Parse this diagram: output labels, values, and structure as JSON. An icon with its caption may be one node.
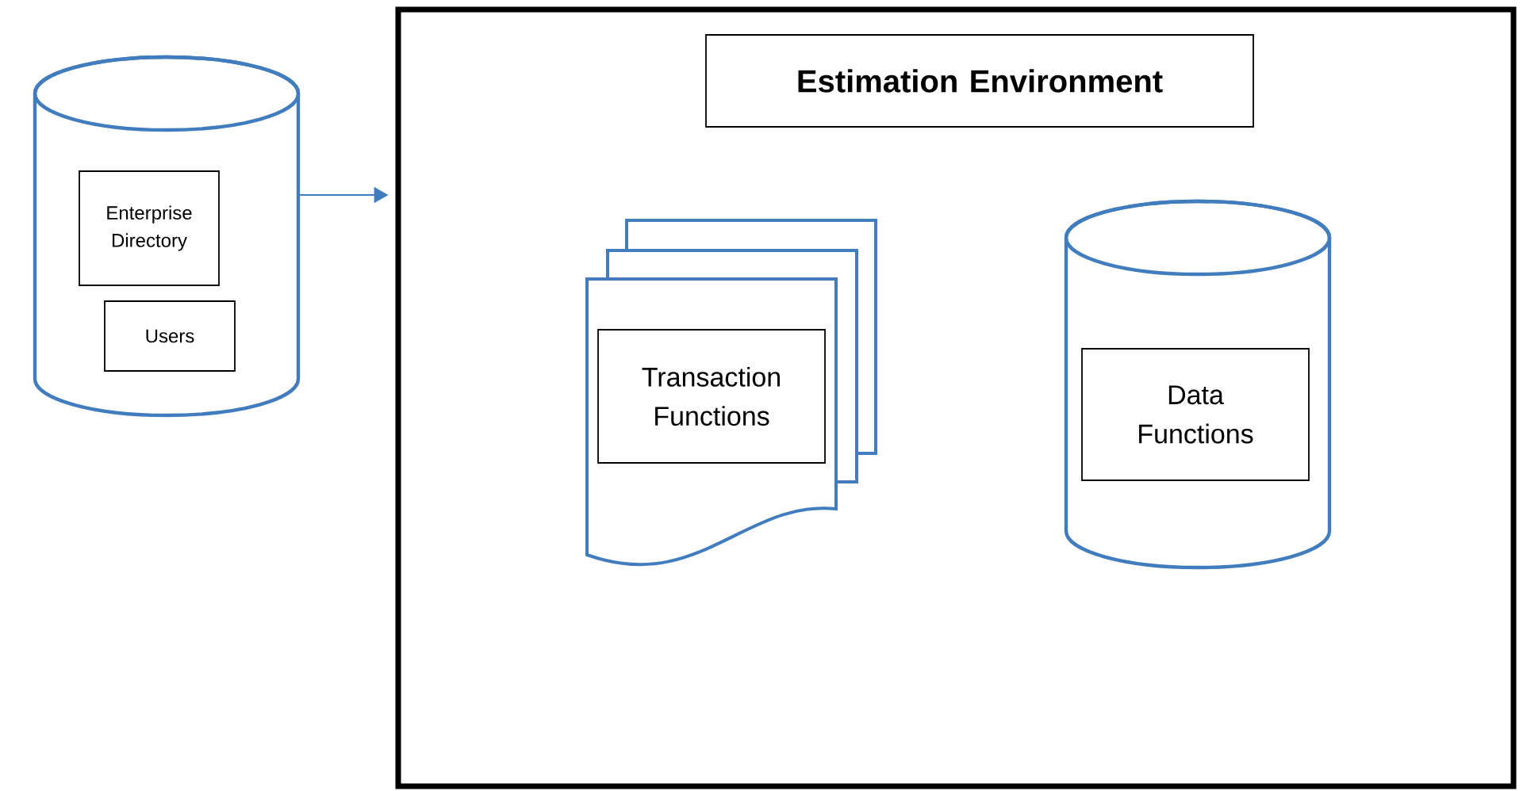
{
  "diagram": {
    "nodes": [
      {
        "text": [],
        "shape": "cylinder"
      },
      {
        "text": [
          "Enterprise Directory"
        ],
        "in": 0
      },
      {
        "text": [
          "Users"
        ],
        "in": 0
      },
      {
        "text": [],
        "shape": "box"
      },
      {
        "text": [
          "Estimation Environment"
        ],
        "in": 3
      },
      {
        "text": [],
        "shape": "document",
        "in": 3
      },
      {
        "text": [
          "Transaction Functions"
        ],
        "in": 5
      },
      {
        "text": [],
        "shape": "cylinder",
        "in": 3
      },
      {
        "text": [
          "Data Functions"
        ],
        "in": 7
      }
    ],
    "edges": [
      {
        "from": 0,
        "to": 3,
        "arrow": "to"
      }
    ]
  }
}
